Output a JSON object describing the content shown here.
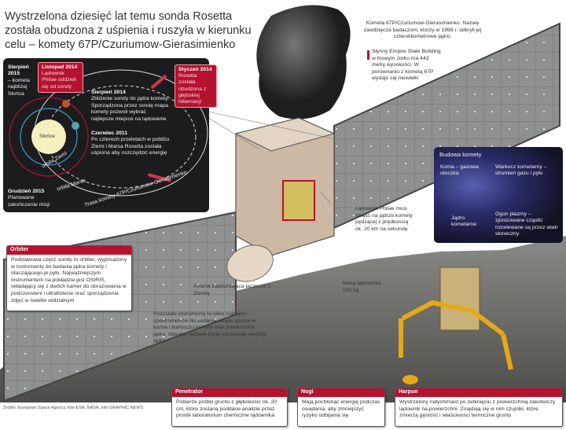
{
  "title": "Wystrzelona dziesięć lat temu sonda Rosetta została obudzona z uśpienia i ruszyła w kierunku celu – komety 67P/Czuriumow-Gierasimienko",
  "orbit": {
    "sun": "Słońce",
    "earth_orbit": "orbita Ziemi",
    "mars_orbit": "orbita Marsa",
    "comet_path": "Trasa komety 67P/Czuriumow-Gierasimienko",
    "events": [
      {
        "date": "Sierpień 2015",
        "text": "– kometa najbliżej Słońca"
      },
      {
        "date": "Listopad 2014",
        "text": "Lądownik Philae oddzieli się od sondy"
      },
      {
        "date": "Sierpień 2014",
        "text": "Zbliżenie sondy do jądra komety. Sporządzona przez sondę mapa komety pozwoli wybrać najlepsze miejsce na lądowanie"
      },
      {
        "date": "Styczeń 2014",
        "text": "Rosetta została obudzona z głębokiej hibernacji"
      },
      {
        "date": "Czerwiec 2011",
        "text": "Po czterech przelotach w pobliżu Ziemi i Marsa Rosetta została uśpiona aby oszczędzić energię"
      },
      {
        "date": "Grudzień 2015",
        "text": "Planowane zakończenie misji"
      }
    ]
  },
  "comet_info": {
    "text": "Kometa 67P/Czuriumow-Gierasimienko. Nazwę zawdzięcza badaczom, którzy w 1969 r. odkryli jej czterokilometrowe jądro.",
    "esb": "Słynny Empire State Building w Nowym Jorku ma 443 metry wysokości. W porównaniu z kometą 67P wydaje się niewielki"
  },
  "comet_structure": {
    "title": "Budowa komety",
    "coma": "Koma – gazowa otoczka",
    "tail": "Warkocz kometarny – strumień gazu i pyłu",
    "nucleus": "Jądro kometarne",
    "plasma": "Ogon plazmy – zjonizowane cząstki rozwiewane są przez wiatr słoneczny"
  },
  "philae": "Lądownik Philae musi osiąść na jądrze komety pędzącej z prędkością ok. 20 km na sekundę",
  "antenna": "Antena zapewniająca łączność z Ziemią",
  "lander_mass": "Masa lądownika 100 kg",
  "instruments": "Pozostałe instrumenty to kilka rodzajów spektrometrów do badania składu gazów w komie i warkoczu komety oraz powierzchni jądra. Impulsy radiowe będą sondowały wnętrze jądra",
  "boxes": {
    "orbiter": {
      "title": "Orbiter",
      "text": "Podstawowa część sondy to orbiter, wyposażony w instrumenty do badania jądra komety i otaczającego je pyłu. Najważniejszym instrumentem na pokładzie jest OSIRIS, składający się z dwóch kamer do obrazowania w podczerwieni i ultrafiolecie oraz sporządzenia zdjęć w świetle widzialnym"
    },
    "penetrator": {
      "title": "Penetrator",
      "text": "Pobierze próbki gruntu z głębokości ok. 20 cm, które zostaną poddane analizie przez proste laboratorium chemiczne lądownika"
    },
    "legs": {
      "title": "Nogi",
      "text": "Mają pochłonąć energię podczas osiadania, aby zmniejszyć ryzyko odbijania się"
    },
    "harpoon": {
      "title": "Harpun",
      "text": "Wystrzelony natychmiast po zetknięciu z powierzchnią zakotwiczy lądownik na powierzchni. Znajdują się w nim czujniki, które zmierzą gęstość i właściwości termiczne gruntu"
    }
  },
  "source": "Źródło: European Space Agency, foto ESA, NASA, info GRAPHIC NEWS",
  "colors": {
    "accent": "#b5122f",
    "lander": "#e6a817",
    "panel": "#1c1c1e"
  }
}
